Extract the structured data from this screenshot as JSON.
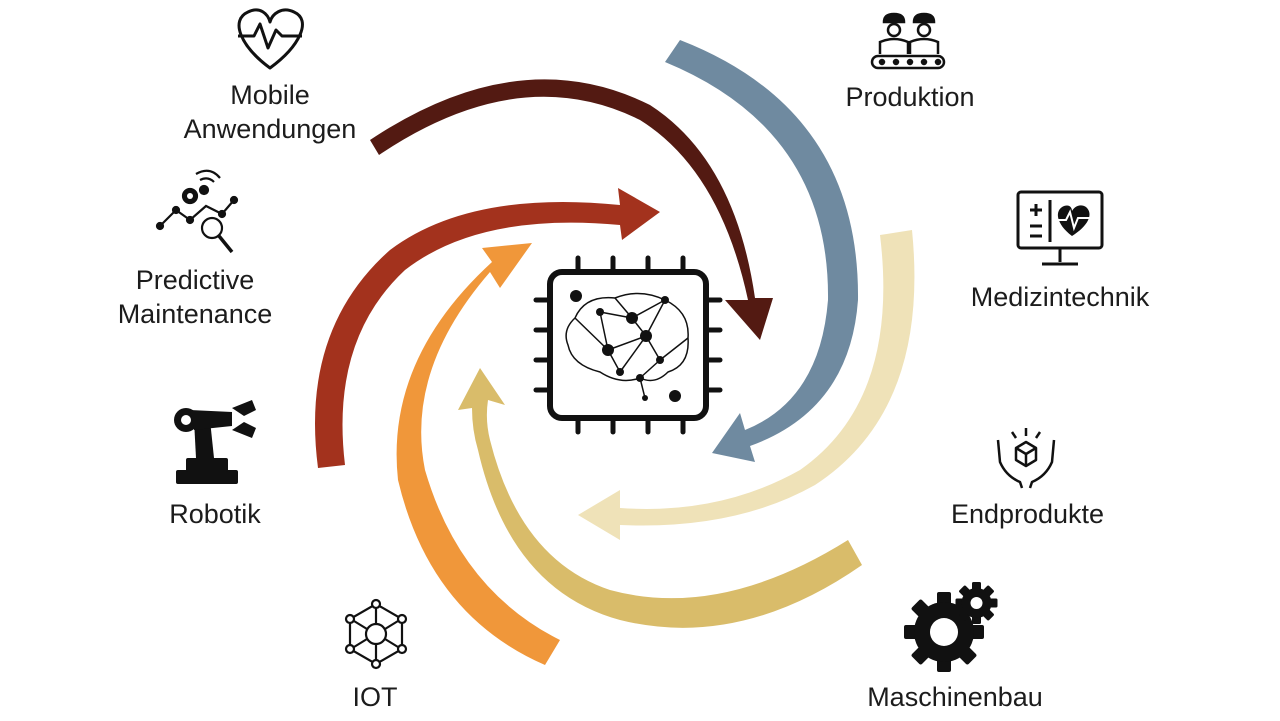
{
  "center": {
    "icon": "ai-chip-brain-icon"
  },
  "nodes": [
    {
      "id": "mobile",
      "lines": [
        "Mobile",
        "Anwendungen"
      ],
      "icon": "heart-pulse-icon"
    },
    {
      "id": "produktion",
      "lines": [
        "Produktion"
      ],
      "icon": "factory-workers-conveyor-icon"
    },
    {
      "id": "medizin",
      "lines": [
        "Medizintechnik"
      ],
      "icon": "medical-monitor-icon"
    },
    {
      "id": "endprodukte",
      "lines": [
        "Endprodukte"
      ],
      "icon": "hands-box-icon"
    },
    {
      "id": "maschinenbau",
      "lines": [
        "Maschinenbau"
      ],
      "icon": "gears-icon"
    },
    {
      "id": "iot",
      "lines": [
        "IOT"
      ],
      "icon": "network-hub-icon"
    },
    {
      "id": "robotik",
      "lines": [
        "Robotik"
      ],
      "icon": "robot-arm-icon"
    },
    {
      "id": "predictive",
      "lines": [
        "Predictive",
        "Maintenance"
      ],
      "icon": "gear-analytics-icon"
    }
  ],
  "arrow_colors": {
    "mobile": "#531a12",
    "produktion": "#6f8aa0",
    "medizin": "#efe2b8",
    "maschinenbau": "#d9bc6a",
    "iot": "#f0973a",
    "predictive": "#a3321d"
  }
}
